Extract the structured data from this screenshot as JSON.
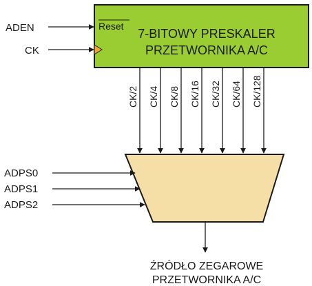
{
  "prescaler": {
    "reset_label": "Reset",
    "title_line1": "7-BITOWY PRESKALER",
    "title_line2": "PRZETWORNIKA A/C",
    "fill_color": "#9acd32"
  },
  "inputs": {
    "aden": "ADEN",
    "ck": "CK"
  },
  "taps": [
    "CK/2",
    "CK/4",
    "CK/8",
    "CK/16",
    "CK/32",
    "CK/64",
    "CK/128"
  ],
  "selects": [
    "ADPS0",
    "ADPS1",
    "ADPS2"
  ],
  "mux": {
    "fill_color": "#f5dfa6"
  },
  "output": {
    "line1": "ŹRÓDŁO ZEGAROWE",
    "line2": "PRZETWORNIKA A/C"
  },
  "colors": {
    "clock_marker": "#f0a830",
    "line": "#1a1a1a"
  }
}
